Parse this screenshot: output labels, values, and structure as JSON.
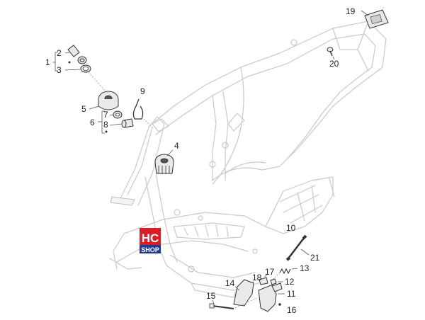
{
  "diagram": {
    "callouts": [
      "1",
      "2",
      "3",
      "4",
      "5",
      "6",
      "7",
      "8",
      "9",
      "10",
      "11",
      "12",
      "13",
      "14",
      "15",
      "16",
      "17",
      "18",
      "19",
      "20",
      "21"
    ],
    "logo": {
      "line1": "HC",
      "line2": "SHOP"
    },
    "colors": {
      "logo_red": "#d61f26",
      "logo_blue": "#1f3c93",
      "outline": "#c9c9c9",
      "part": "#333333"
    }
  }
}
